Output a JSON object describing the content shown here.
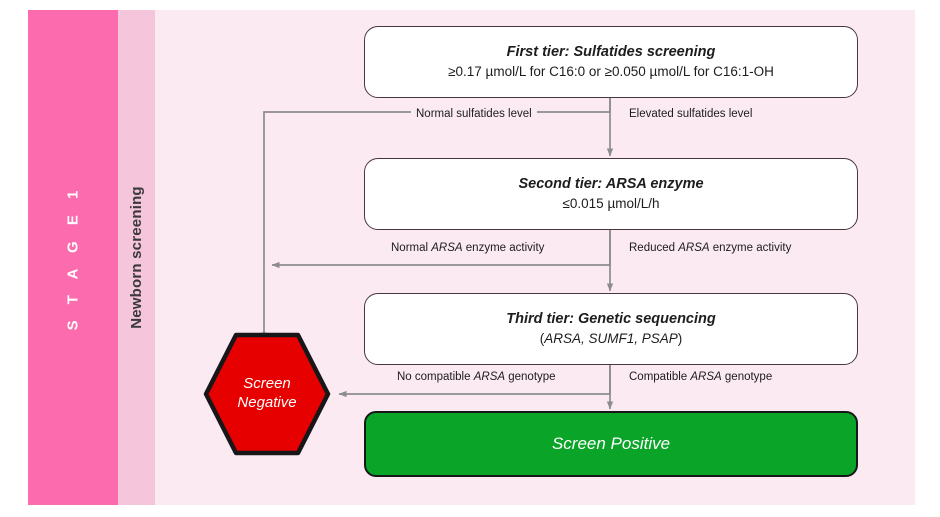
{
  "stage": {
    "label": "S T A G E   1",
    "color": "#fb6bae"
  },
  "subject": {
    "label": "Newborn screening",
    "color": "#f5c5dc"
  },
  "panel": {
    "color": "#fbeaf1"
  },
  "nodes": {
    "tier1": {
      "title": "First tier: Sulfatides screening",
      "sub_a": "≥0.17 µmol/L for C16:0 or ≥0.050 µmol/L for C16:1-OH"
    },
    "tier2": {
      "title": "Second tier: ARSA enzyme",
      "sub_a": "≤0.015 µmol/L/h"
    },
    "tier3": {
      "title": "Third tier: Genetic sequencing",
      "sub_open": "(",
      "sub_genes": "ARSA, SUMF1, PSAP",
      "sub_close": ")"
    },
    "screen_negative": {
      "line1": "Screen",
      "line2": "Negative",
      "fill": "#e60000",
      "stroke": "#17171a",
      "text_color": "#ffffff"
    },
    "screen_positive": {
      "label": "Screen Positive",
      "fill": "#0aa428",
      "stroke": "#17171a",
      "text_color": "#ffffff"
    }
  },
  "edges": {
    "e1_left": {
      "text": "Normal sulfatides level"
    },
    "e1_right": {
      "text": "Elevated sulfatides level"
    },
    "e2_left": {
      "pre": "Normal ",
      "gene": "ARSA",
      "post": " enzyme activity"
    },
    "e2_right": {
      "pre": "Reduced ",
      "gene": "ARSA",
      "post": " enzyme activity"
    },
    "e3_left": {
      "pre": "No compatible ",
      "gene": "ARSA",
      "post": " genotype"
    },
    "e3_right": {
      "pre": "Compatible ",
      "gene": "ARSA",
      "post": " genotype"
    },
    "line_color": "#8c8c8c"
  }
}
